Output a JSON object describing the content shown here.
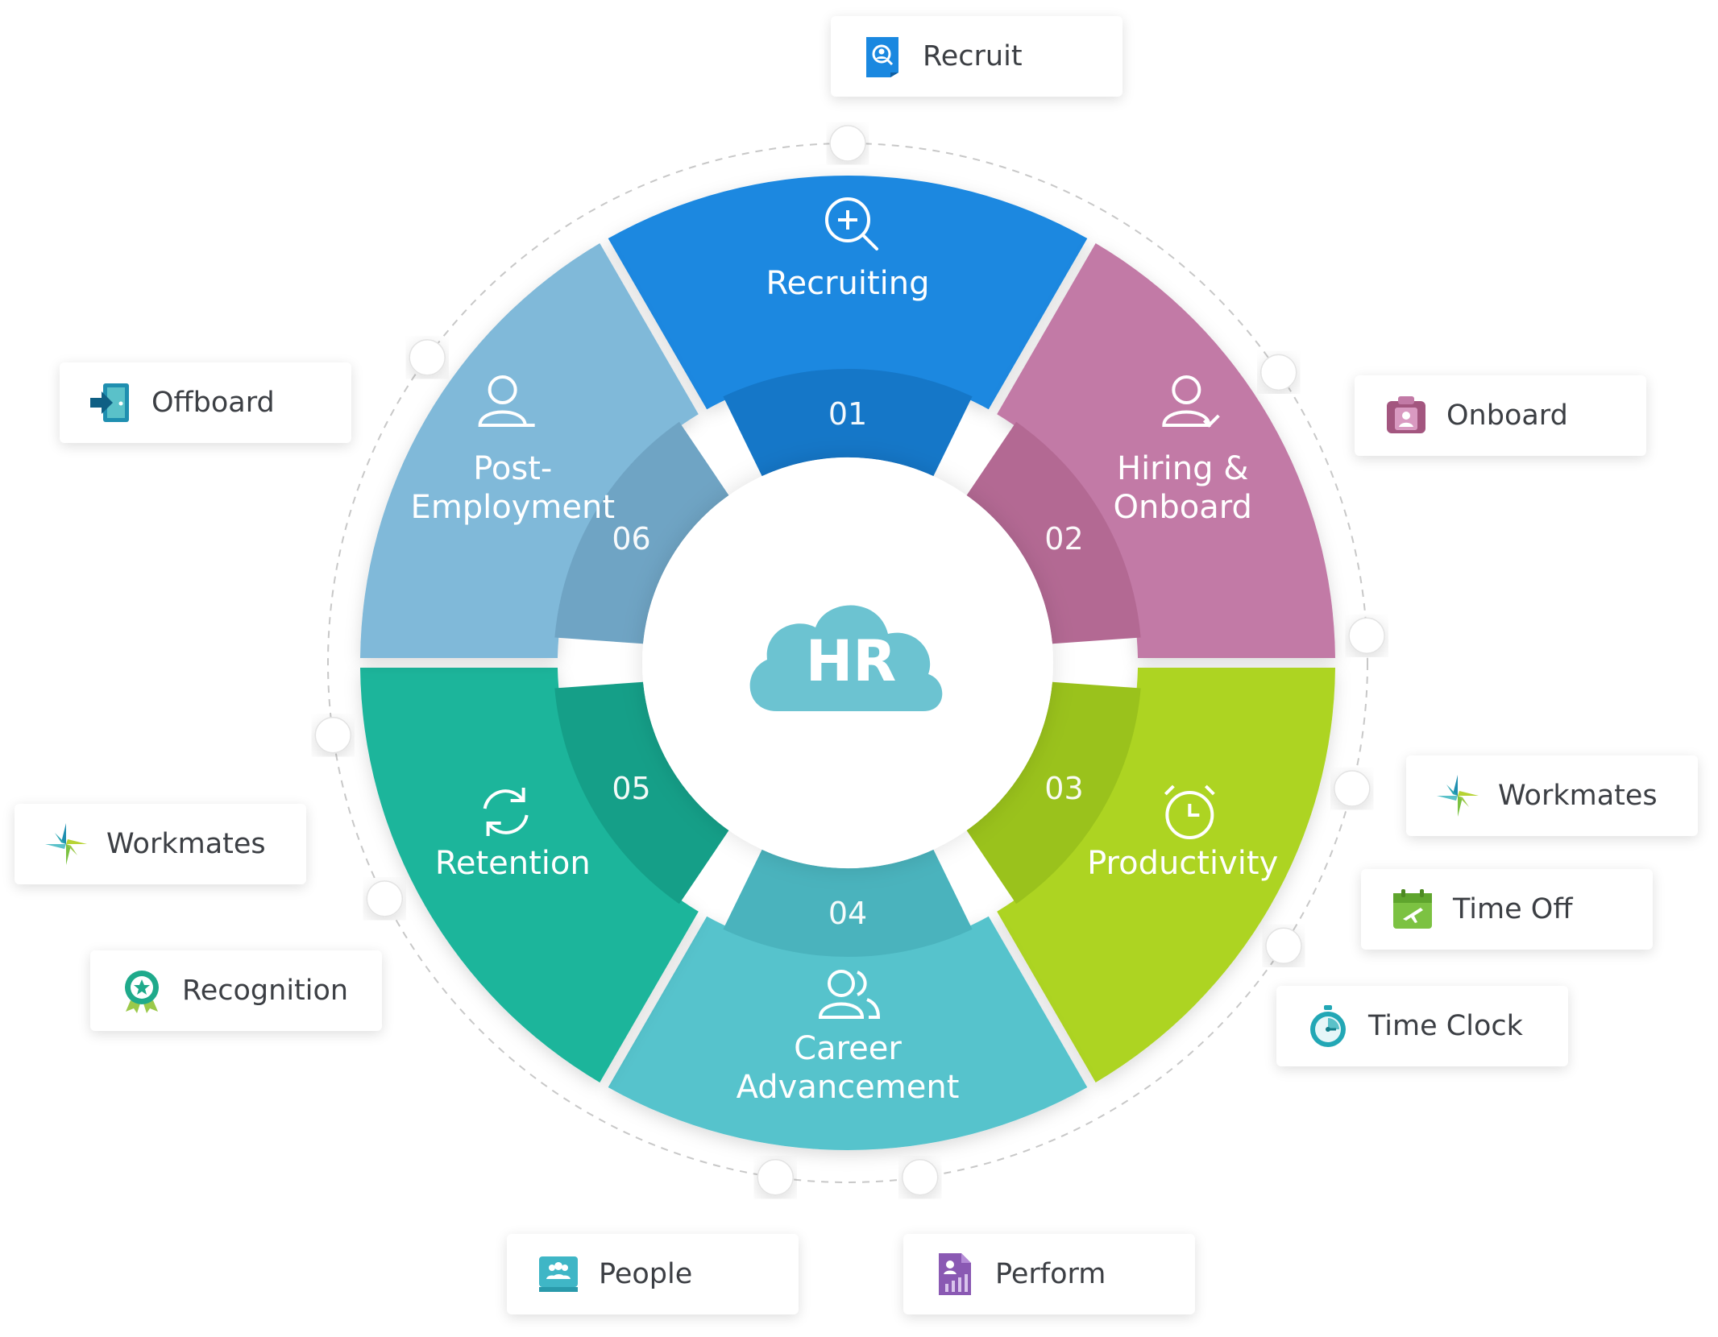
{
  "center": {
    "label": "HR",
    "color": "#6cc3d1"
  },
  "segments": [
    {
      "id": "recruiting",
      "number": "01",
      "lines": [
        "Recruiting"
      ],
      "color": "#1a88e0",
      "inner": "#1577c8",
      "icon": "search-plus-icon"
    },
    {
      "id": "hiring-onboard",
      "number": "02",
      "lines": [
        "Hiring &",
        "Onboard"
      ],
      "color": "#c27aa6",
      "inner": "#b36993",
      "icon": "user-check-icon"
    },
    {
      "id": "productivity",
      "number": "03",
      "lines": [
        "Productivity"
      ],
      "color": "#add424",
      "inner": "#9ac21c",
      "icon": "alarm-clock-icon"
    },
    {
      "id": "career-advancement",
      "number": "04",
      "lines": [
        "Career",
        "Advancement"
      ],
      "color": "#56c3cc",
      "inner": "#4ab3bd",
      "icon": "users-icon"
    },
    {
      "id": "retention",
      "number": "05",
      "lines": [
        "Retention"
      ],
      "color": "#1bb59b",
      "inner": "#159f88",
      "icon": "refresh-icon"
    },
    {
      "id": "post-employment",
      "number": "06",
      "lines": [
        "Post-",
        "Employment"
      ],
      "color": "#80b9d9",
      "inner": "#6fa4c4",
      "icon": "user-minus-icon"
    }
  ],
  "apps": [
    {
      "id": "recruit",
      "label": "Recruit",
      "icon": "recruit-icon",
      "color": "#1a88e0"
    },
    {
      "id": "onboard",
      "label": "Onboard",
      "icon": "onboard-icon",
      "color": "#a3567f"
    },
    {
      "id": "workmates-right",
      "label": "Workmates",
      "icon": "workmates-icon",
      "color": "#2aa6b3"
    },
    {
      "id": "time-off",
      "label": "Time Off",
      "icon": "time-off-icon",
      "color": "#7cc242"
    },
    {
      "id": "time-clock",
      "label": "Time Clock",
      "icon": "time-clock-icon",
      "color": "#22a7b5"
    },
    {
      "id": "perform",
      "label": "Perform",
      "icon": "perform-icon",
      "color": "#8a59b3"
    },
    {
      "id": "people",
      "label": "People",
      "icon": "people-icon",
      "color": "#3fb6c6"
    },
    {
      "id": "recognition",
      "label": "Recognition",
      "icon": "recognition-icon",
      "color": "#1faa8b"
    },
    {
      "id": "workmates-left",
      "label": "Workmates",
      "icon": "workmates-icon",
      "color": "#2aa6b3"
    },
    {
      "id": "offboard",
      "label": "Offboard",
      "icon": "offboard-icon",
      "color": "#1f8fb0"
    }
  ]
}
